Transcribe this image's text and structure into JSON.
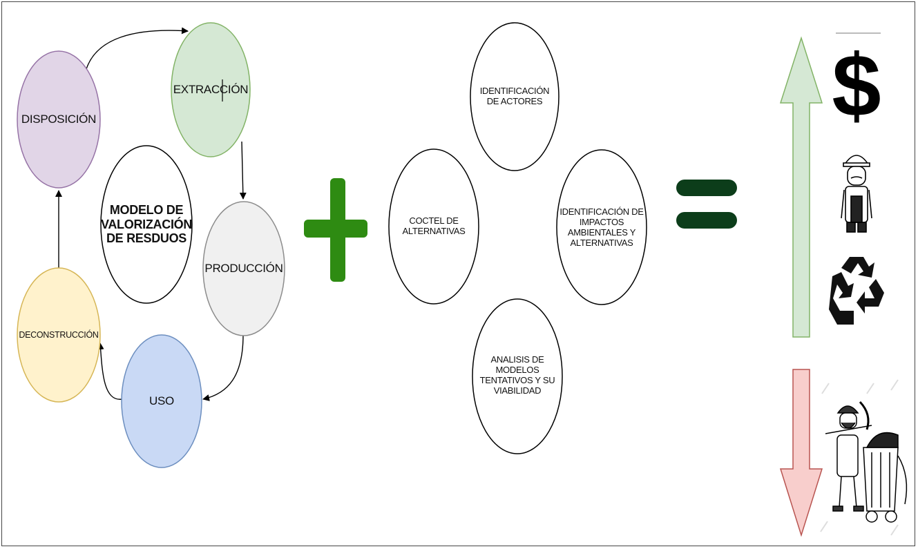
{
  "cycle": {
    "center_label": "MODELO DE VALORIZACIÓN DE RESDUOS",
    "nodes": {
      "extraccion": {
        "label": "EXTRACCIÓN",
        "fill": "#d5e8d4",
        "stroke": "#82b366"
      },
      "produccion": {
        "label": "PRODUCCIÓN",
        "fill": "#f0f0f0",
        "stroke": "#8c8c8c"
      },
      "uso": {
        "label": "USO",
        "fill": "#c9d9f5",
        "stroke": "#6c8ebf"
      },
      "deconstruccion": {
        "label": "DECONSTRUCCIÓN",
        "fill": "#fff2cc",
        "stroke": "#d6b656"
      },
      "disposicion": {
        "label": "DISPOSICIÓN",
        "fill": "#e1d5e7",
        "stroke": "#9673a6"
      }
    }
  },
  "operators": {
    "plus_color": "#2e8b12",
    "equals_color": "#0c3d1a"
  },
  "alternatives": {
    "actores": "IDENTIFICACIÓN DE ACTORES",
    "coctel": "COCTEL DE ALTERNATIVAS",
    "impactos": "IDENTIFICACIÓN DE IMPACTOS AMBIENTALES Y ALTERNATIVAS",
    "analisis": "ANALISIS DE MODELOS TENTATIVOS Y SU VIABILIDAD"
  },
  "outcomes": {
    "up_arrow_color": "#d5e8d4",
    "up_arrow_stroke": "#82b366",
    "down_arrow_color": "#f8cecc",
    "down_arrow_stroke": "#b85450",
    "up_icons": [
      "dollar-icon",
      "worker-icon",
      "recycle-icon"
    ],
    "down_icons": [
      "miner-icon"
    ],
    "dollar_symbol": "$"
  }
}
